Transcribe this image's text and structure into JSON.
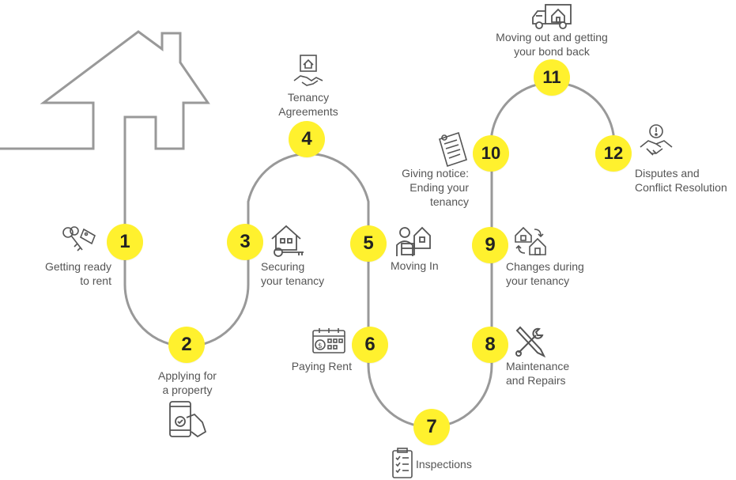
{
  "steps": [
    {
      "num": "1",
      "label": [
        "Getting ready",
        "to rent"
      ],
      "icon": "keys-tag-icon"
    },
    {
      "num": "2",
      "label": [
        "Applying for",
        "a property"
      ],
      "icon": "phone-tap-icon"
    },
    {
      "num": "3",
      "label": [
        "Securing",
        "your tenancy"
      ],
      "icon": "house-key-icon"
    },
    {
      "num": "4",
      "label": [
        "Tenancy",
        "Agreements"
      ],
      "icon": "handshake-document-icon"
    },
    {
      "num": "5",
      "label": [
        "Moving In"
      ],
      "icon": "person-boxes-icon"
    },
    {
      "num": "6",
      "label": [
        "Paying Rent"
      ],
      "icon": "calendar-money-icon"
    },
    {
      "num": "7",
      "label": [
        "Inspections"
      ],
      "icon": "checklist-icon"
    },
    {
      "num": "8",
      "label": [
        "Maintenance",
        "and Repairs"
      ],
      "icon": "wrench-screwdriver-icon"
    },
    {
      "num": "9",
      "label": [
        "Changes during",
        "your tenancy"
      ],
      "icon": "houses-exchange-icon"
    },
    {
      "num": "10",
      "label": [
        "Giving notice:",
        "Ending your",
        "tenancy"
      ],
      "icon": "notice-document-icon"
    },
    {
      "num": "11",
      "label": [
        "Moving out and getting",
        "your bond back"
      ],
      "icon": "moving-truck-icon"
    },
    {
      "num": "12",
      "label": [
        "Disputes and",
        "Conflict Resolution"
      ],
      "icon": "handshake-dispute-icon"
    }
  ],
  "colors": {
    "path": "#999999",
    "marker": "#fff12e",
    "marker_text": "#222222",
    "label_text": "#555555",
    "icon": "#555555"
  }
}
